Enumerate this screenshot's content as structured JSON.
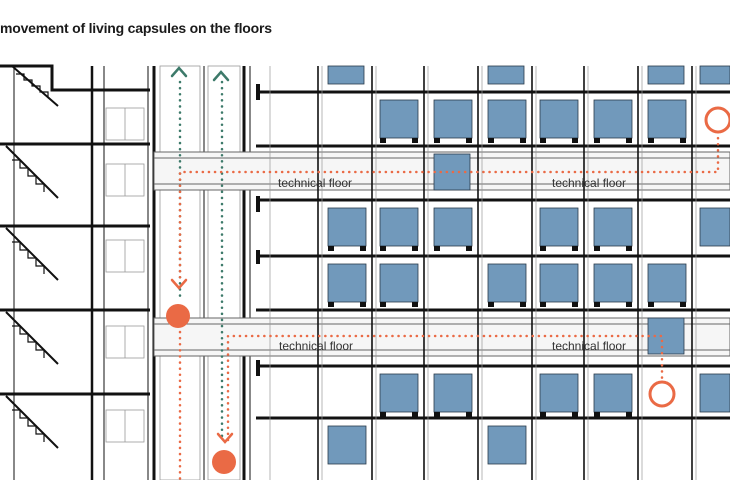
{
  "diagram": {
    "title": "movement of living capsules on the floors",
    "technical_floor_label": "technical floor",
    "labels": [
      "technical floor",
      "technical floor",
      "technical floor",
      "technical floor"
    ]
  },
  "colors": {
    "capsule_fill": "#7199bb",
    "route_orange": "#ea6a45",
    "route_teal": "#3d7a6a",
    "structure": "#111111",
    "technical_floor_fill": "#f6f6f6"
  },
  "icons": [
    "up-arrow-icon",
    "down-arrow-icon",
    "capsule-position-marker-icon"
  ]
}
